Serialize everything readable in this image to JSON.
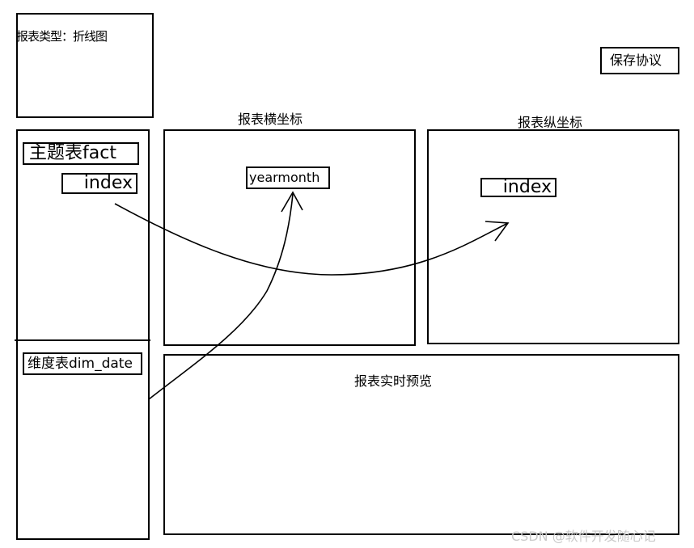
{
  "report_type_panel": {
    "label": "报表类型：折线图"
  },
  "save_button": {
    "label": "保存协议"
  },
  "x_axis_panel": {
    "title": "报表横坐标",
    "field": "yearmonth"
  },
  "y_axis_panel": {
    "title": "报表纵坐标",
    "field": "index"
  },
  "fact_table_panel": {
    "table_name": "主题表fact",
    "field": "index"
  },
  "dim_table_panel": {
    "table_name": "维度表dim_date"
  },
  "preview_panel": {
    "title": "报表实时预览"
  },
  "watermark": "CSDN @软件开发随心记",
  "connectors": [
    {
      "from": "fact-index",
      "to": "y-axis-index"
    },
    {
      "from": "dim-date",
      "to": "x-axis-yearmonth"
    }
  ]
}
